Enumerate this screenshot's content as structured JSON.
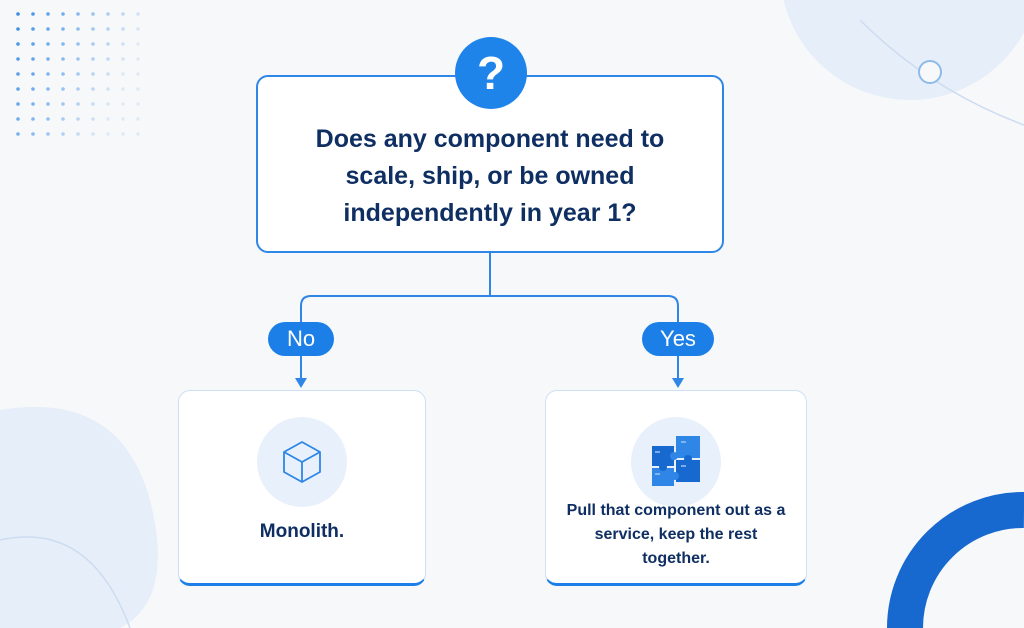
{
  "question": {
    "text": "Does any component need to scale, ship, or be owned independently in year 1?",
    "badge": "?"
  },
  "branches": {
    "no": {
      "label": "No",
      "result": "Monolith.",
      "icon": "cube-icon"
    },
    "yes": {
      "label": "Yes",
      "result": "Pull that component out as a service, keep the rest together.",
      "icon": "puzzle-icon"
    }
  },
  "colors": {
    "accent": "#1c7fe7",
    "text": "#0f2f63",
    "card_border": "#cfe0f4",
    "icon_bg": "#e8f1fb",
    "background": "#f7f8fa"
  }
}
